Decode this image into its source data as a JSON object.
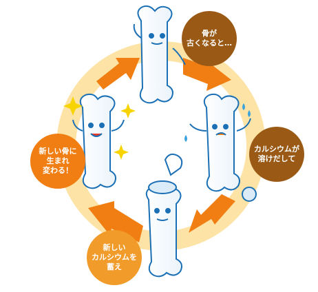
{
  "stages": [
    {
      "text": "骨が\n古くなると…",
      "color": "#9a5a16"
    },
    {
      "text": "カルシウムが\n溶けだして",
      "color": "#9a5a16"
    },
    {
      "text": "新しい\nカルシウムを\n蓄え",
      "color": "#f19b2a"
    },
    {
      "text": "新しい骨に\n生まれ\n変わる！",
      "color": "#f07e12"
    }
  ],
  "colors": {
    "ring": "#fde3a6",
    "arrow": "#f07e12",
    "bone_fill": "#ffffff",
    "bone_outline": "#1a6fb5",
    "sparkle": "#f7d400"
  }
}
